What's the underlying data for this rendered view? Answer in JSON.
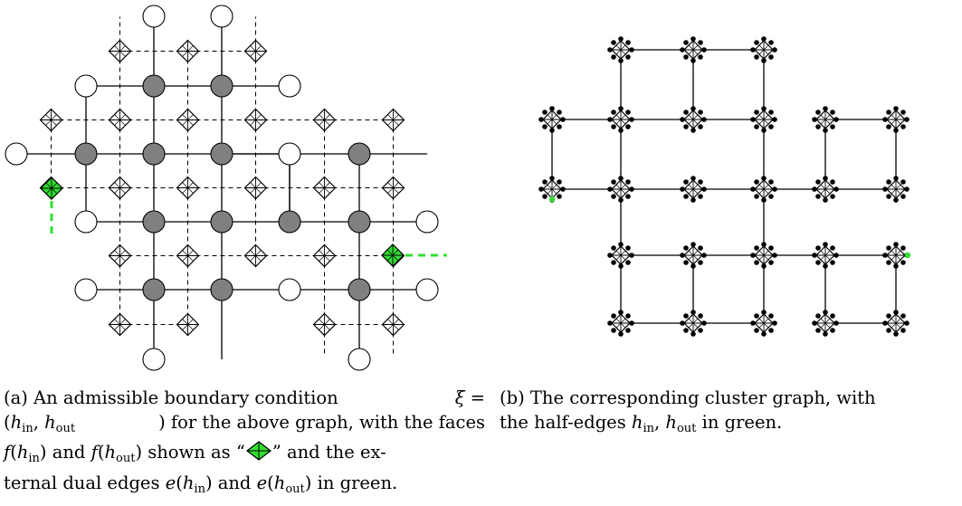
{
  "captions": {
    "a": {
      "l1_a": "(a) An admissible boundary condition",
      "l1_b": "ξ =",
      "l2_pre": "(",
      "h_in": "h",
      "in": "in",
      "comma": ", ",
      "out": "out",
      "l2_mid": ") for the above graph, with the faces",
      "l3_f": "f",
      "l3_and": ") and",
      "l3_shown": ") shown as “",
      "l3_end": "” and the ex-",
      "l4_start": "ternal dual edges",
      "l4_e": "e",
      "l4_and": ") and",
      "l4_end": ") in green."
    },
    "b": {
      "l1": "(b) The corresponding cluster graph, with",
      "l2_start": "the half-edges",
      "l2_end": "in green."
    }
  },
  "colors": {
    "primal_vertex": "#808080",
    "boundary_vertex": "#ffffff",
    "dual_marker": "#ffffff",
    "highlight_green": "#33dd33",
    "line": "#000000"
  },
  "icons": [
    "diamond-cross-icon"
  ]
}
